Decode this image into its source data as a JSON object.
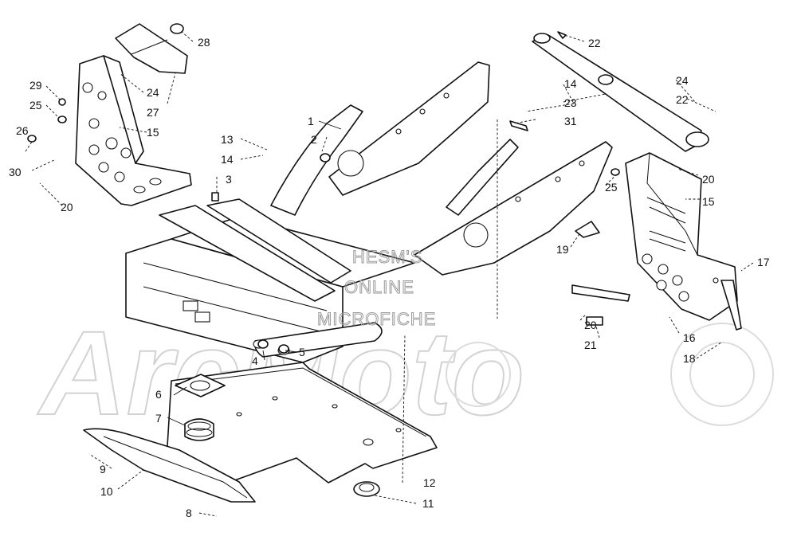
{
  "watermark": {
    "logo_text": "ArcMoto",
    "line1": "HESM'S",
    "line2": "ONLINE",
    "line3": "MICROFICHE"
  },
  "callouts": {
    "c1": "1",
    "c2": "2",
    "c3": "3",
    "c4": "4",
    "c5": "5",
    "c6": "6",
    "c7": "7",
    "c8": "8",
    "c9": "9",
    "c10": "10",
    "c11": "11",
    "c12": "12",
    "c13": "13",
    "c14_left": "14",
    "c14_right": "14",
    "c15_left": "15",
    "c15_right": "15",
    "c16": "16",
    "c17": "17",
    "c18": "18",
    "c19": "19",
    "c20_left": "20",
    "c20_right": "20",
    "c20_bottom": "20",
    "c21": "21",
    "c22_top": "22",
    "c22_right": "22",
    "c23": "23",
    "c24_left": "24",
    "c24_right": "24",
    "c25_left": "25",
    "c25_right": "25",
    "c26": "26",
    "c27": "27",
    "c28": "28",
    "c29": "29",
    "c30": "30",
    "c31": "31"
  }
}
